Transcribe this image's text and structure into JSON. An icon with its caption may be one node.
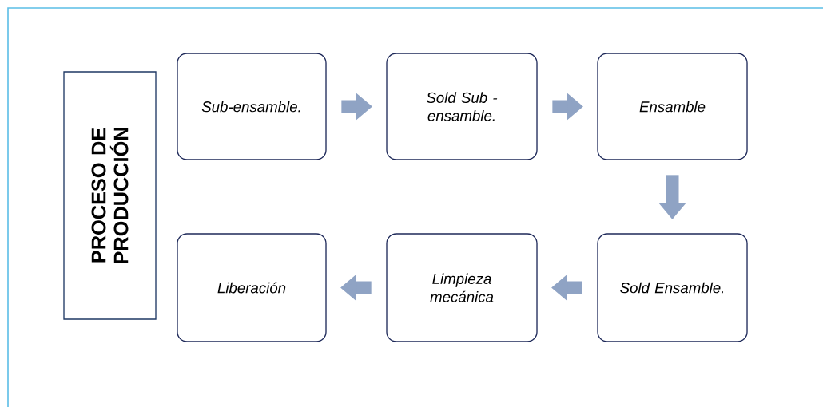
{
  "diagram": {
    "nodes": [
      {
        "text": [
          "PROCESO DE PRODUCCIÓN"
        ]
      },
      {
        "text": [
          "Sub-ensamble."
        ]
      },
      {
        "text": [
          "Sold Sub - ensamble."
        ]
      },
      {
        "text": [
          "Ensamble"
        ]
      },
      {
        "text": [
          "Sold Ensamble."
        ]
      },
      {
        "text": [
          "Limpieza mecánica"
        ]
      },
      {
        "text": [
          "Liberación"
        ]
      }
    ],
    "edges": [
      {
        "from": 1,
        "to": 2,
        "arrow": "to"
      },
      {
        "from": 2,
        "to": 3,
        "arrow": "to"
      },
      {
        "from": 3,
        "to": 4,
        "arrow": "to"
      },
      {
        "from": 4,
        "to": 5,
        "arrow": "to"
      },
      {
        "from": 5,
        "to": 6,
        "arrow": "to"
      }
    ]
  }
}
